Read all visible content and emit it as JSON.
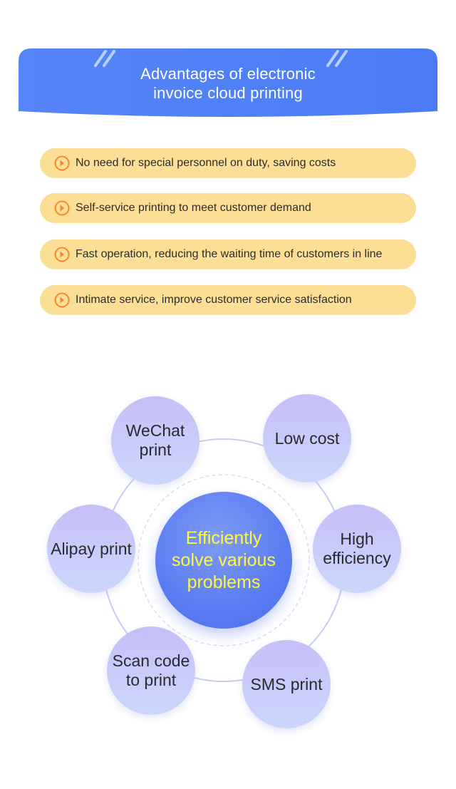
{
  "header": {
    "title_line1": "Advantages of electronic",
    "title_line2": "invoice cloud printing"
  },
  "advantages": [
    "No need for special personnel on duty, saving costs",
    "Self-service printing to meet customer demand",
    "Fast operation, reducing the waiting time of customers in line",
    "Intimate service, improve customer service satisfaction"
  ],
  "diagram": {
    "center": "Efficiently solve various problems",
    "nodes": {
      "wechat": "WeChat print",
      "low_cost": "Low cost",
      "high_efficiency": "High efficiency",
      "sms": "SMS print",
      "scan_code": "Scan code to print",
      "alipay": "Alipay print"
    }
  },
  "colors": {
    "banner": "#4f7ef7",
    "pill": "#fcdf94",
    "arrow": "#f08a2a",
    "center_text": "#fff93b",
    "node": "#c9c6f8"
  }
}
